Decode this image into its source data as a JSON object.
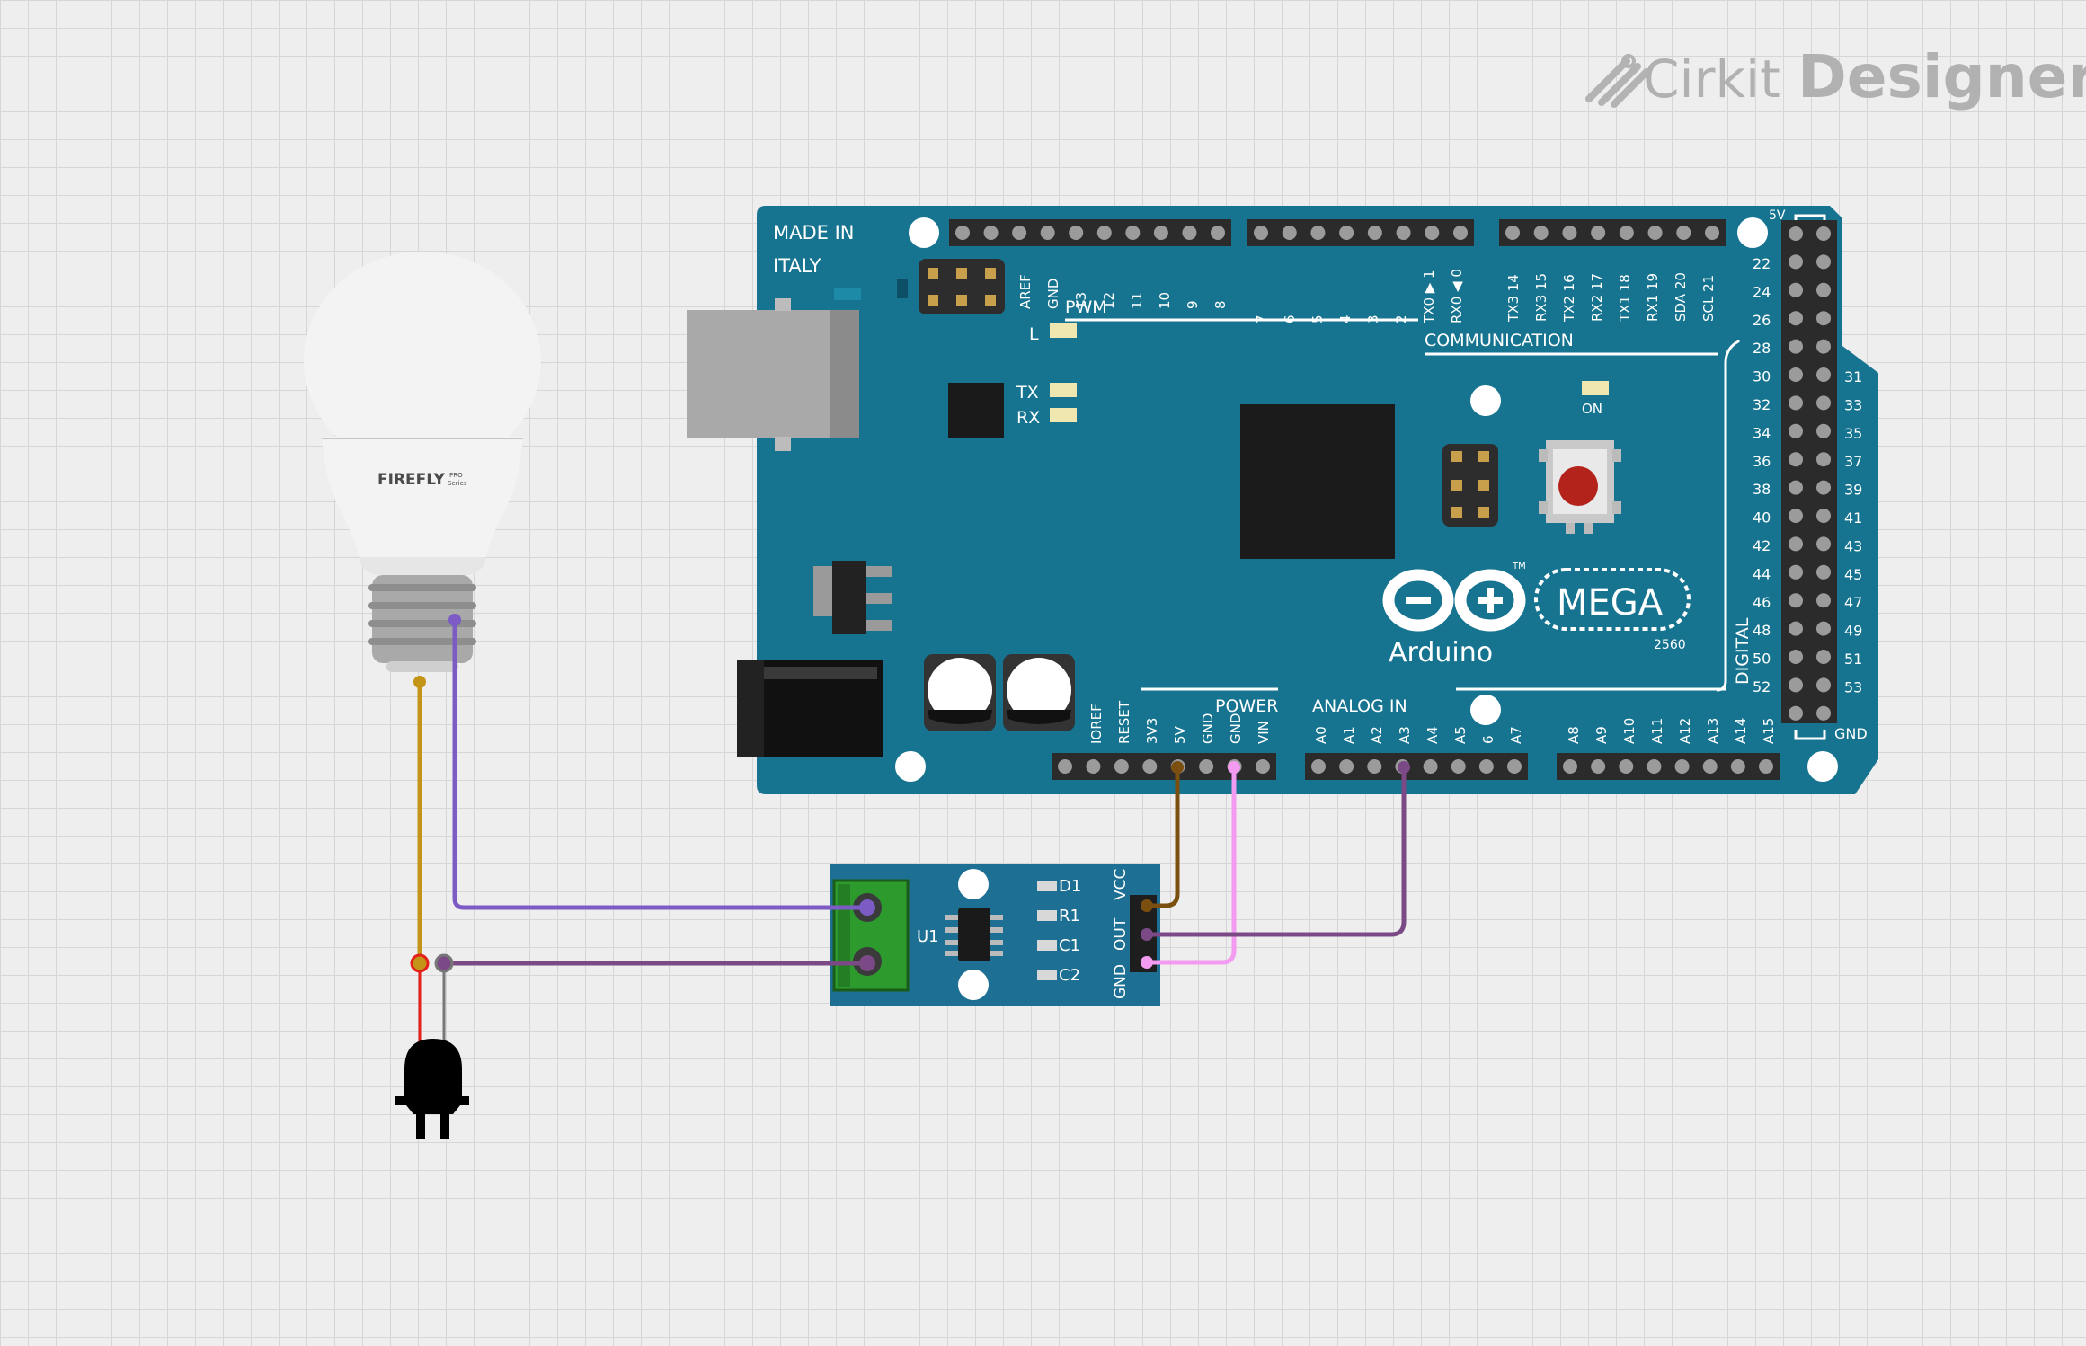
{
  "brand": {
    "name_light": "Cirkit",
    "name_bold": "Designer"
  },
  "arduino": {
    "made_in_1": "MADE IN",
    "made_in_2": "ITALY",
    "logo_text": "Arduino",
    "model": "MEGA",
    "model_sub": "2560",
    "trademark": "TM",
    "pwm": "PWM",
    "communication": "COMMUNICATION",
    "power": "POWER",
    "analog_in": "ANALOG IN",
    "digital": "DIGITAL",
    "led_l": "L",
    "led_tx": "TX",
    "led_rx": "RX",
    "led_on": "ON",
    "label_5v": "5V",
    "label_gnd": "GND",
    "top_left_labels": [
      "AREF",
      "GND",
      "13",
      "12",
      "11",
      "10",
      "9",
      "8"
    ],
    "top_mid_labels": [
      "7",
      "6",
      "5",
      "4",
      "3",
      "2",
      "TX0 ▶ 1",
      "RX0 ◀ 0"
    ],
    "top_right_labels": [
      "TX3 14",
      "RX3 15",
      "TX2 16",
      "RX2 17",
      "TX1 18",
      "RX1 19",
      "SDA 20",
      "SCL 21"
    ],
    "power_labels": [
      "IOREF",
      "RESET",
      "3V3",
      "5V",
      "GND",
      "GND",
      "VIN"
    ],
    "analog_labels_1": [
      "A0",
      "A1",
      "A2",
      "A3",
      "A4",
      "A5",
      "6",
      "A7"
    ],
    "analog_labels_2": [
      "A8",
      "A9",
      "A10",
      "A11",
      "A12",
      "A13",
      "A14",
      "A15"
    ],
    "digital_left": [
      "22",
      "24",
      "26",
      "28",
      "30",
      "32",
      "34",
      "36",
      "38",
      "40",
      "42",
      "44",
      "46",
      "48",
      "50",
      "52"
    ],
    "digital_right": [
      "31",
      "33",
      "35",
      "37",
      "39",
      "41",
      "43",
      "45",
      "47",
      "49",
      "51",
      "53"
    ]
  },
  "bulb": {
    "brand": "FIREFLY",
    "series_1": "PRO",
    "series_2": "Series"
  },
  "sensor": {
    "designator": "U1",
    "pads": [
      "D1",
      "R1",
      "C1",
      "C2"
    ],
    "pins": [
      "VCC",
      "OUT",
      "GND"
    ]
  },
  "colors": {
    "board": "#167490",
    "wire_brown": "#7a4f10",
    "wire_pink": "#f39bf0",
    "wire_purple": "#7b4a86",
    "wire_violet": "#7c5cc4",
    "wire_gold": "#c49419",
    "wire_red": "#e5201a",
    "wire_gray": "#777777",
    "module": "#1d6f93",
    "terminal": "#2d9a2e"
  }
}
